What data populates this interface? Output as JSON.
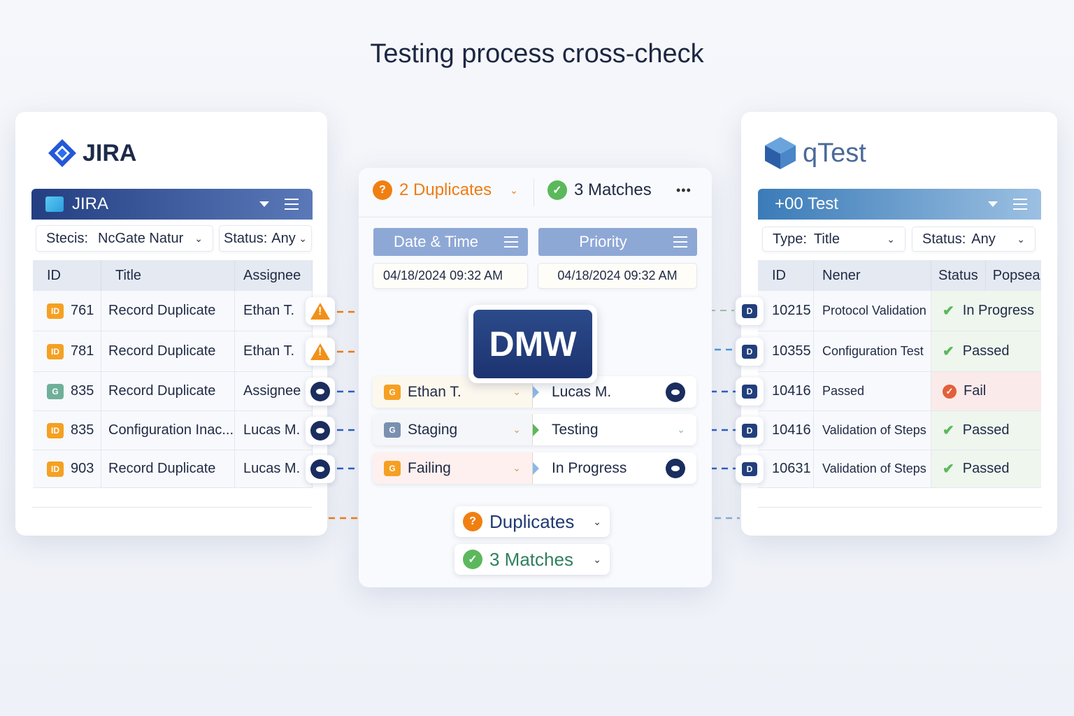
{
  "title": "Testing process cross-check",
  "jira": {
    "logo": "JIRA",
    "bar_title": "JIRA",
    "filters": [
      {
        "label": "Stecis:",
        "value": "NcGate Natur"
      },
      {
        "label": "Status:",
        "value": "Any"
      }
    ],
    "columns": [
      "ID",
      "Title",
      "Assignee"
    ],
    "rows": [
      {
        "badge": "ID",
        "id": "761",
        "title": "Record Duplicate",
        "assignee": "Ethan T.",
        "flag": "warning-icon"
      },
      {
        "badge": "ID",
        "id": "781",
        "title": "Record Duplicate",
        "assignee": "Ethan T.",
        "flag": "warning-icon"
      },
      {
        "badge": "G",
        "id": "835",
        "title": "Record Duplicate",
        "assignee": "Assignee",
        "flag": "eye-icon"
      },
      {
        "badge": "ID",
        "id": "835",
        "title": "Configuration Inac...",
        "assignee": "Lucas M.",
        "flag": "eye-icon"
      },
      {
        "badge": "ID",
        "id": "903",
        "title": "Record Duplicate",
        "assignee": "Lucas M.",
        "flag": "eye-icon"
      }
    ]
  },
  "middle": {
    "duplicates": "2 Duplicates",
    "matches": "3 Matches",
    "more": "•••",
    "columns": [
      {
        "label": "Date & Time",
        "value": "04/18/2024 09:32 AM"
      },
      {
        "label": "Priority",
        "value": "04/18/2024 09:32 AM"
      }
    ],
    "center_label": "DMW",
    "rows": [
      {
        "left": "Ethan T.",
        "right": "Lucas M."
      },
      {
        "left": "Staging",
        "right": "Testing"
      },
      {
        "left": "Failing",
        "right": "In Progress"
      }
    ],
    "bottom": [
      {
        "label": "Duplicates",
        "icon": "?"
      },
      {
        "label": "3 Matches",
        "icon": "✓"
      }
    ]
  },
  "qtest": {
    "logo": "qTest",
    "bar_title": "+00 Test",
    "filters": [
      {
        "label": "Type:",
        "value": "Title"
      },
      {
        "label": "Status:",
        "value": "Any"
      }
    ],
    "columns": [
      "ID",
      "Nener",
      "Status",
      "Popsea"
    ],
    "rows": [
      {
        "id": "10215",
        "name": "Protocol Validation",
        "status": "In Progress",
        "state": "pass"
      },
      {
        "id": "10355",
        "name": "Configuration Test",
        "status": "Passed",
        "state": "pass"
      },
      {
        "id": "10416",
        "name": "Passed",
        "status": "Fail",
        "state": "fail"
      },
      {
        "id": "10416",
        "name": "Validation of Steps",
        "status": "Passed",
        "state": "pass"
      },
      {
        "id": "10631",
        "name": "Validation of Steps",
        "status": "Passed",
        "state": "pass"
      }
    ]
  },
  "colors": {
    "accent": "#213a74",
    "orange": "#f07f12",
    "green": "#5cb85c",
    "red": "#e2603a"
  }
}
